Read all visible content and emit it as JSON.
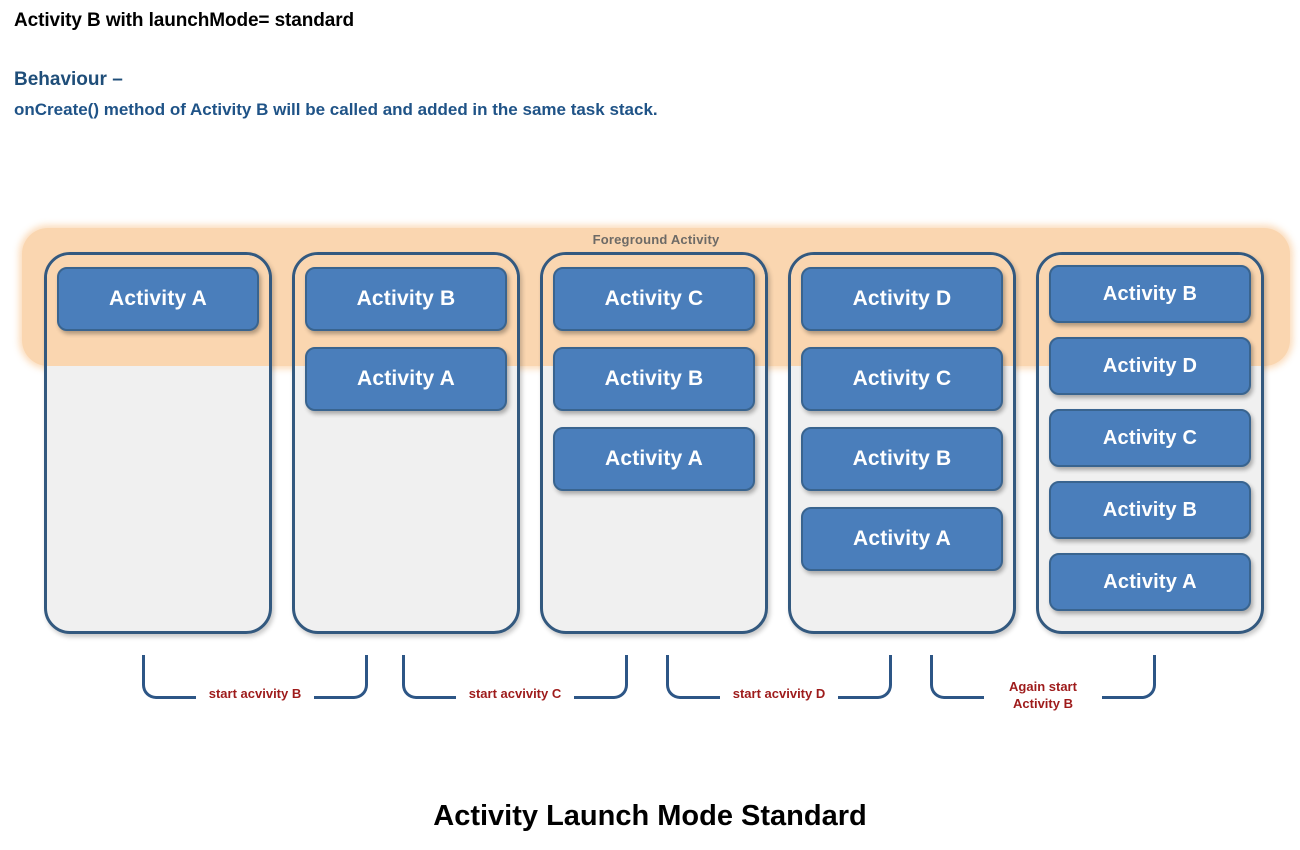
{
  "header": {
    "title": "Activity B with launchMode= standard",
    "behaviour_label": "Behaviour –",
    "behaviour_text": "onCreate() method of Activity B will be called and added in the same task stack."
  },
  "foreground_band": {
    "label": "Foreground Activity",
    "color": "#fad6b0"
  },
  "colors": {
    "activity_fill": "#4a7ebb",
    "activity_border": "#39648f",
    "stack_fill": "#f0f0f0",
    "stack_border": "#33597f",
    "band": "#fad6b0",
    "band_label": "#6d6a66",
    "annotation": "#9e1b1b",
    "body_text": "#1f5387",
    "bracket": "#2d5686"
  },
  "stacks": [
    {
      "id": "stack-1",
      "activities": [
        "Activity A"
      ]
    },
    {
      "id": "stack-2",
      "activities": [
        "Activity B",
        "Activity A"
      ]
    },
    {
      "id": "stack-3",
      "activities": [
        "Activity C",
        "Activity B",
        "Activity A"
      ]
    },
    {
      "id": "stack-4",
      "activities": [
        "Activity D",
        "Activity C",
        "Activity B",
        "Activity A"
      ]
    },
    {
      "id": "stack-5",
      "activities": [
        "Activity B",
        "Activity D",
        "Activity C",
        "Activity B",
        "Activity A"
      ]
    }
  ],
  "transitions": [
    {
      "id": "transition-1",
      "label": "start acvivity B"
    },
    {
      "id": "transition-2",
      "label": "start acvivity C"
    },
    {
      "id": "transition-3",
      "label": "start acvivity D"
    },
    {
      "id": "transition-4",
      "label": "Again start\nActivity B"
    }
  ],
  "footer": {
    "caption": "Activity Launch Mode Standard"
  }
}
